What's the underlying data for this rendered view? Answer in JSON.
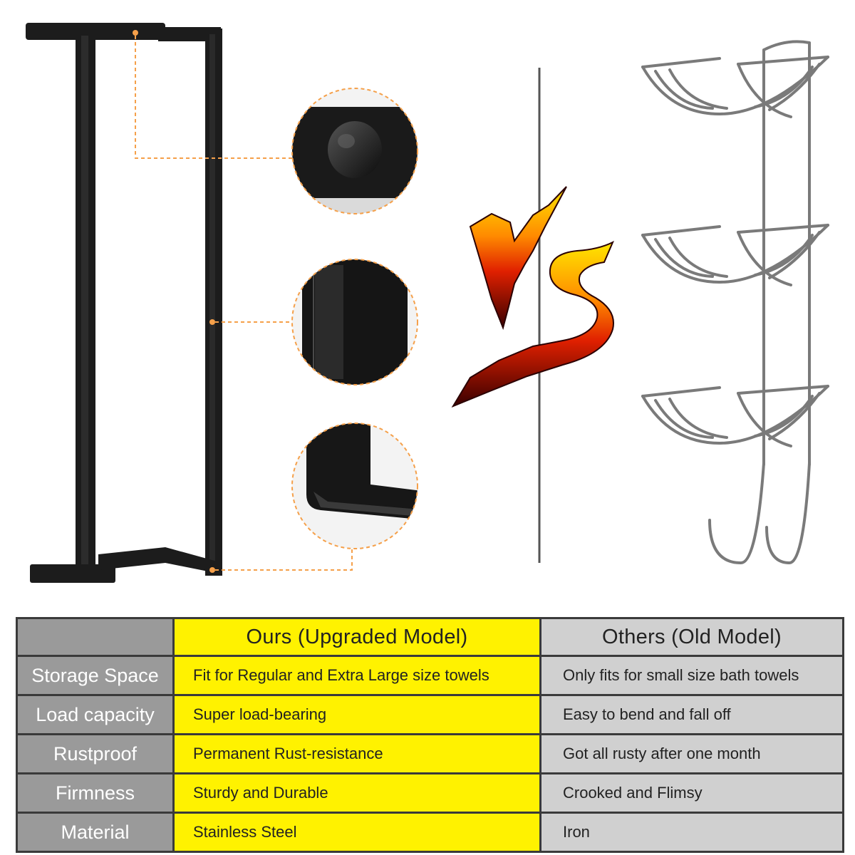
{
  "table": {
    "header": {
      "ours": "Ours (Upgraded Model)",
      "others": "Others (Old Model)"
    },
    "rows": [
      {
        "label": "Storage Space",
        "ours": "Fit for Regular and Extra Large size towels",
        "others": "Only fits for small size bath towels"
      },
      {
        "label": "Load capacity",
        "ours": "Super load-bearing",
        "others": "Easy to bend and fall off"
      },
      {
        "label": "Rustproof",
        "ours": "Permanent Rust-resistance",
        "others": "Got all rusty after one month"
      },
      {
        "label": "Firmness",
        "ours": "Sturdy and Durable",
        "others": "Crooked and Flimsy"
      },
      {
        "label": "Material",
        "ours": "Stainless Steel",
        "others": "Iron"
      }
    ]
  },
  "vs_text": "VS",
  "colors": {
    "ours_highlight": "#fff200",
    "others_background": "#d0d0d0",
    "label_background": "#9a9a9a",
    "callout_orange": "#f5a04a",
    "product_black": "#1c1c1c",
    "old_rack_gray": "#7a7a7a"
  },
  "icons": [
    "black-towel-rack",
    "wire-basket-rack",
    "vs-flame-badge"
  ]
}
